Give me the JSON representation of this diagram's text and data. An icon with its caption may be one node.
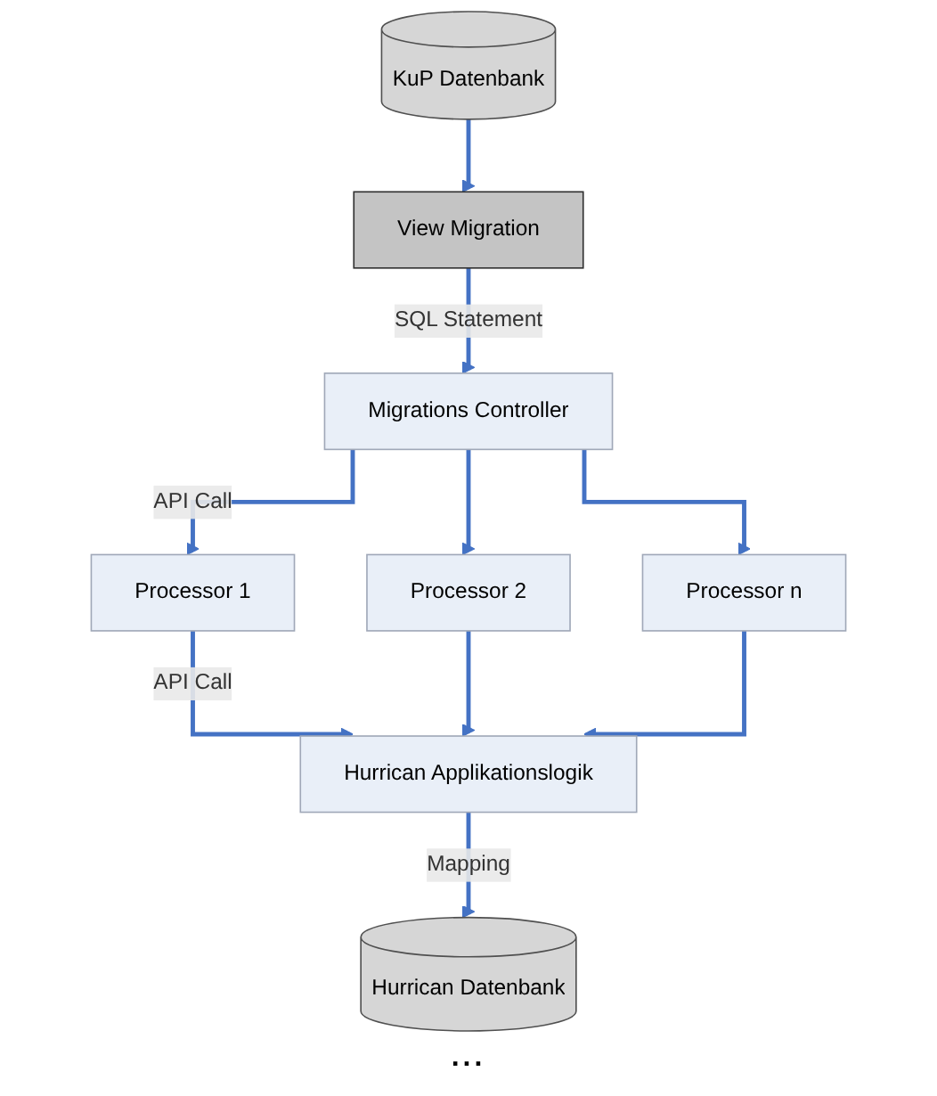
{
  "diagram": {
    "nodes": [
      {
        "text": [
          "KuP Datenbank"
        ]
      },
      {
        "text": [
          "View Migration"
        ]
      },
      {
        "text": [
          "Migrations Controller"
        ]
      },
      {
        "text": [
          "Processor 1"
        ]
      },
      {
        "text": [
          "Processor 2"
        ]
      },
      {
        "text": [
          "Processor n"
        ]
      },
      {
        "text": [
          "Hurrican Applikationslogik"
        ]
      },
      {
        "text": [
          "Hurrican Datenbank"
        ]
      }
    ],
    "edges": [
      {
        "from": 0,
        "to": 1,
        "arrow": "to"
      },
      {
        "from": 1,
        "to": 2,
        "arrow": "to",
        "label": "SQL Statement"
      },
      {
        "from": 2,
        "to": 3,
        "arrow": "to",
        "label": "API Call"
      },
      {
        "from": 2,
        "to": 4,
        "arrow": "to"
      },
      {
        "from": 2,
        "to": 5,
        "arrow": "to"
      },
      {
        "from": 3,
        "to": 6,
        "arrow": "to",
        "label": "API Call"
      },
      {
        "from": 4,
        "to": 6,
        "arrow": "to"
      },
      {
        "from": 5,
        "to": 6,
        "arrow": "to"
      },
      {
        "from": 6,
        "to": 7,
        "arrow": "to",
        "label": "Mapping"
      }
    ],
    "labels": [
      "..."
    ]
  }
}
